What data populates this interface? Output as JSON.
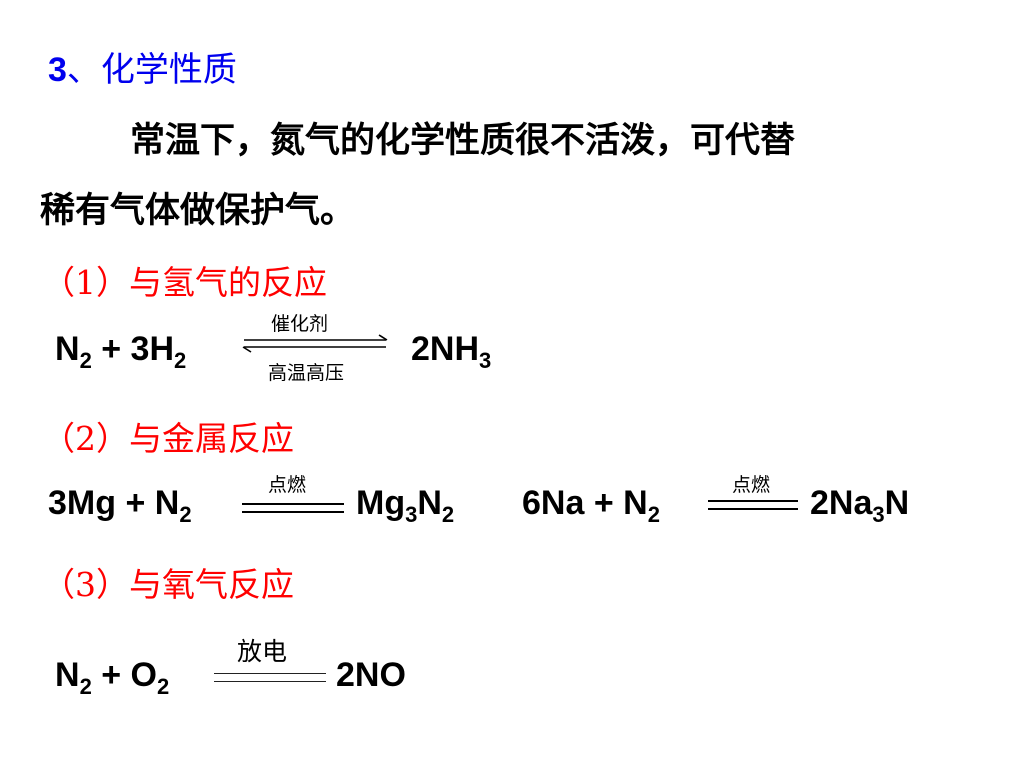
{
  "title": {
    "number": "3",
    "text": "、化学性质"
  },
  "paragraph": {
    "line1": "常温下，氮气的化学性质很不活泼，可代替",
    "line2": "稀有气体做保护气。"
  },
  "sections": {
    "s1": "（1）与氢气的反应",
    "s2": "（2）与金属反应",
    "s3": "（3）与氧气反应"
  },
  "equations": {
    "eq1": {
      "lhs": [
        [
          "N",
          "2"
        ],
        " + 3",
        [
          "H",
          "2"
        ]
      ],
      "cond_top": "催化剂",
      "cond_bottom": "高温高压",
      "rhs": "2NH",
      "rhs_sub": "3"
    },
    "eq2": {
      "cond_top": "点燃"
    },
    "eq3": {
      "cond_top": "点燃"
    },
    "eq4": {
      "cond_top": "放电"
    }
  },
  "colors": {
    "title": "#0000ee",
    "section": "#ff0000",
    "text": "#000000"
  }
}
